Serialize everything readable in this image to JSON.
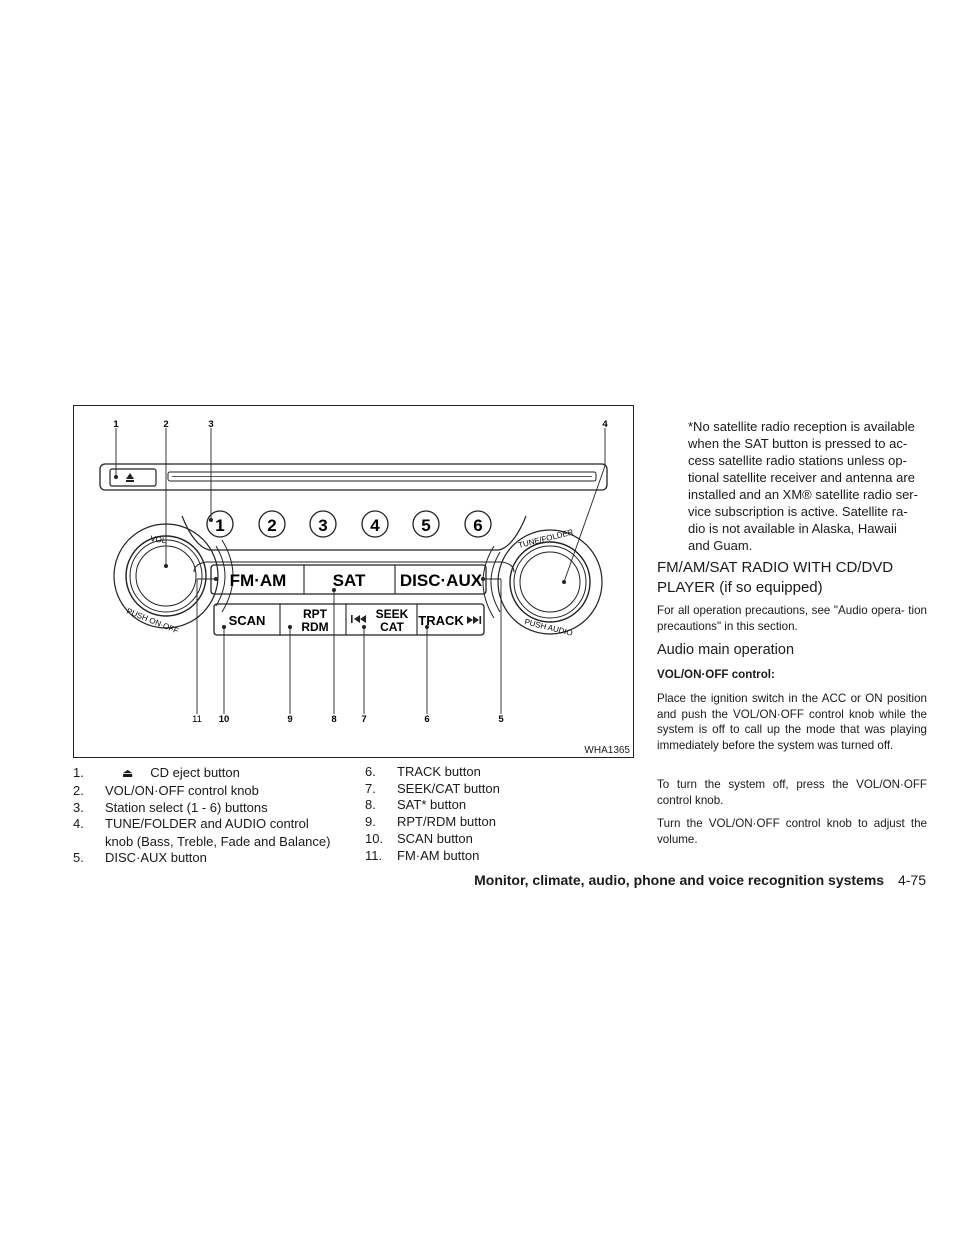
{
  "figure": {
    "code": "WHA1365",
    "callouts": [
      "1",
      "2",
      "3",
      "4",
      "5",
      "6",
      "7",
      "8",
      "9",
      "10",
      "11"
    ],
    "preset_buttons": [
      "1",
      "2",
      "3",
      "4",
      "5",
      "6"
    ],
    "buttons": {
      "fm_am": "FM·AM",
      "sat": "SAT",
      "disc_aux": "DISC·AUX",
      "scan": "SCAN",
      "rpt": "RPT",
      "rdm": "RDM",
      "seek": "SEEK",
      "cat": "CAT",
      "track": "TRACK"
    },
    "knob_labels": {
      "vol": "VOL",
      "push_on_off": "PUSH ON·OFF",
      "tune_folder": "TUNE/FOLDER",
      "push_audio": "PUSH AUDIO"
    }
  },
  "legend": {
    "left": [
      {
        "num": "1.",
        "text": "CD eject button"
      },
      {
        "num": "2.",
        "text": "VOL/ON·OFF control knob"
      },
      {
        "num": "3.",
        "text": "Station select (1 - 6) buttons"
      },
      {
        "num": "4.",
        "text": "TUNE/FOLDER and AUDIO control"
      },
      {
        "num": "",
        "text": "knob (Bass, Treble, Fade and Balance)"
      },
      {
        "num": "5.",
        "text": "DISC·AUX button"
      }
    ],
    "right": [
      {
        "num": "6.",
        "text": "TRACK button"
      },
      {
        "num": "7.",
        "text": "SEEK/CAT button"
      },
      {
        "num": "8.",
        "text": "SAT* button"
      },
      {
        "num": "9.",
        "text": "RPT/RDM button"
      },
      {
        "num": "10.",
        "text": "SCAN button"
      },
      {
        "num": "11.",
        "text": "FM·AM button"
      }
    ]
  },
  "note": {
    "lines": [
      "*No satellite radio reception is available",
      "when the SAT button is pressed to ac-",
      "cess satellite radio stations unless op-",
      "tional satellite receiver and antenna are",
      "installed and an XM® satellite radio ser-",
      "vice subscription is active. Satellite ra-",
      "dio is not available in Alaska, Hawaii",
      "and Guam."
    ]
  },
  "section": {
    "heading_line1": "FM/AM/SAT RADIO WITH CD/DVD",
    "heading_line2": "PLAYER (if so equipped)",
    "intro": "For all operation precautions, see \"Audio opera- tion precautions\" in this section.",
    "sub_heading": "Audio main operation",
    "control_heading": "VOL/ON·OFF control:",
    "para1": "Place the ignition switch in the ACC or ON position and push the VOL/ON·OFF control knob while the system is off to call up the mode that was playing immediately before the system was turned off.",
    "para2": "To turn the system off, press the VOL/ON·OFF control knob.",
    "para3": "Turn the VOL/ON·OFF control knob to adjust the volume."
  },
  "footer": {
    "title": "Monitor, climate, audio, phone and voice recognition systems",
    "page": "4-75"
  }
}
